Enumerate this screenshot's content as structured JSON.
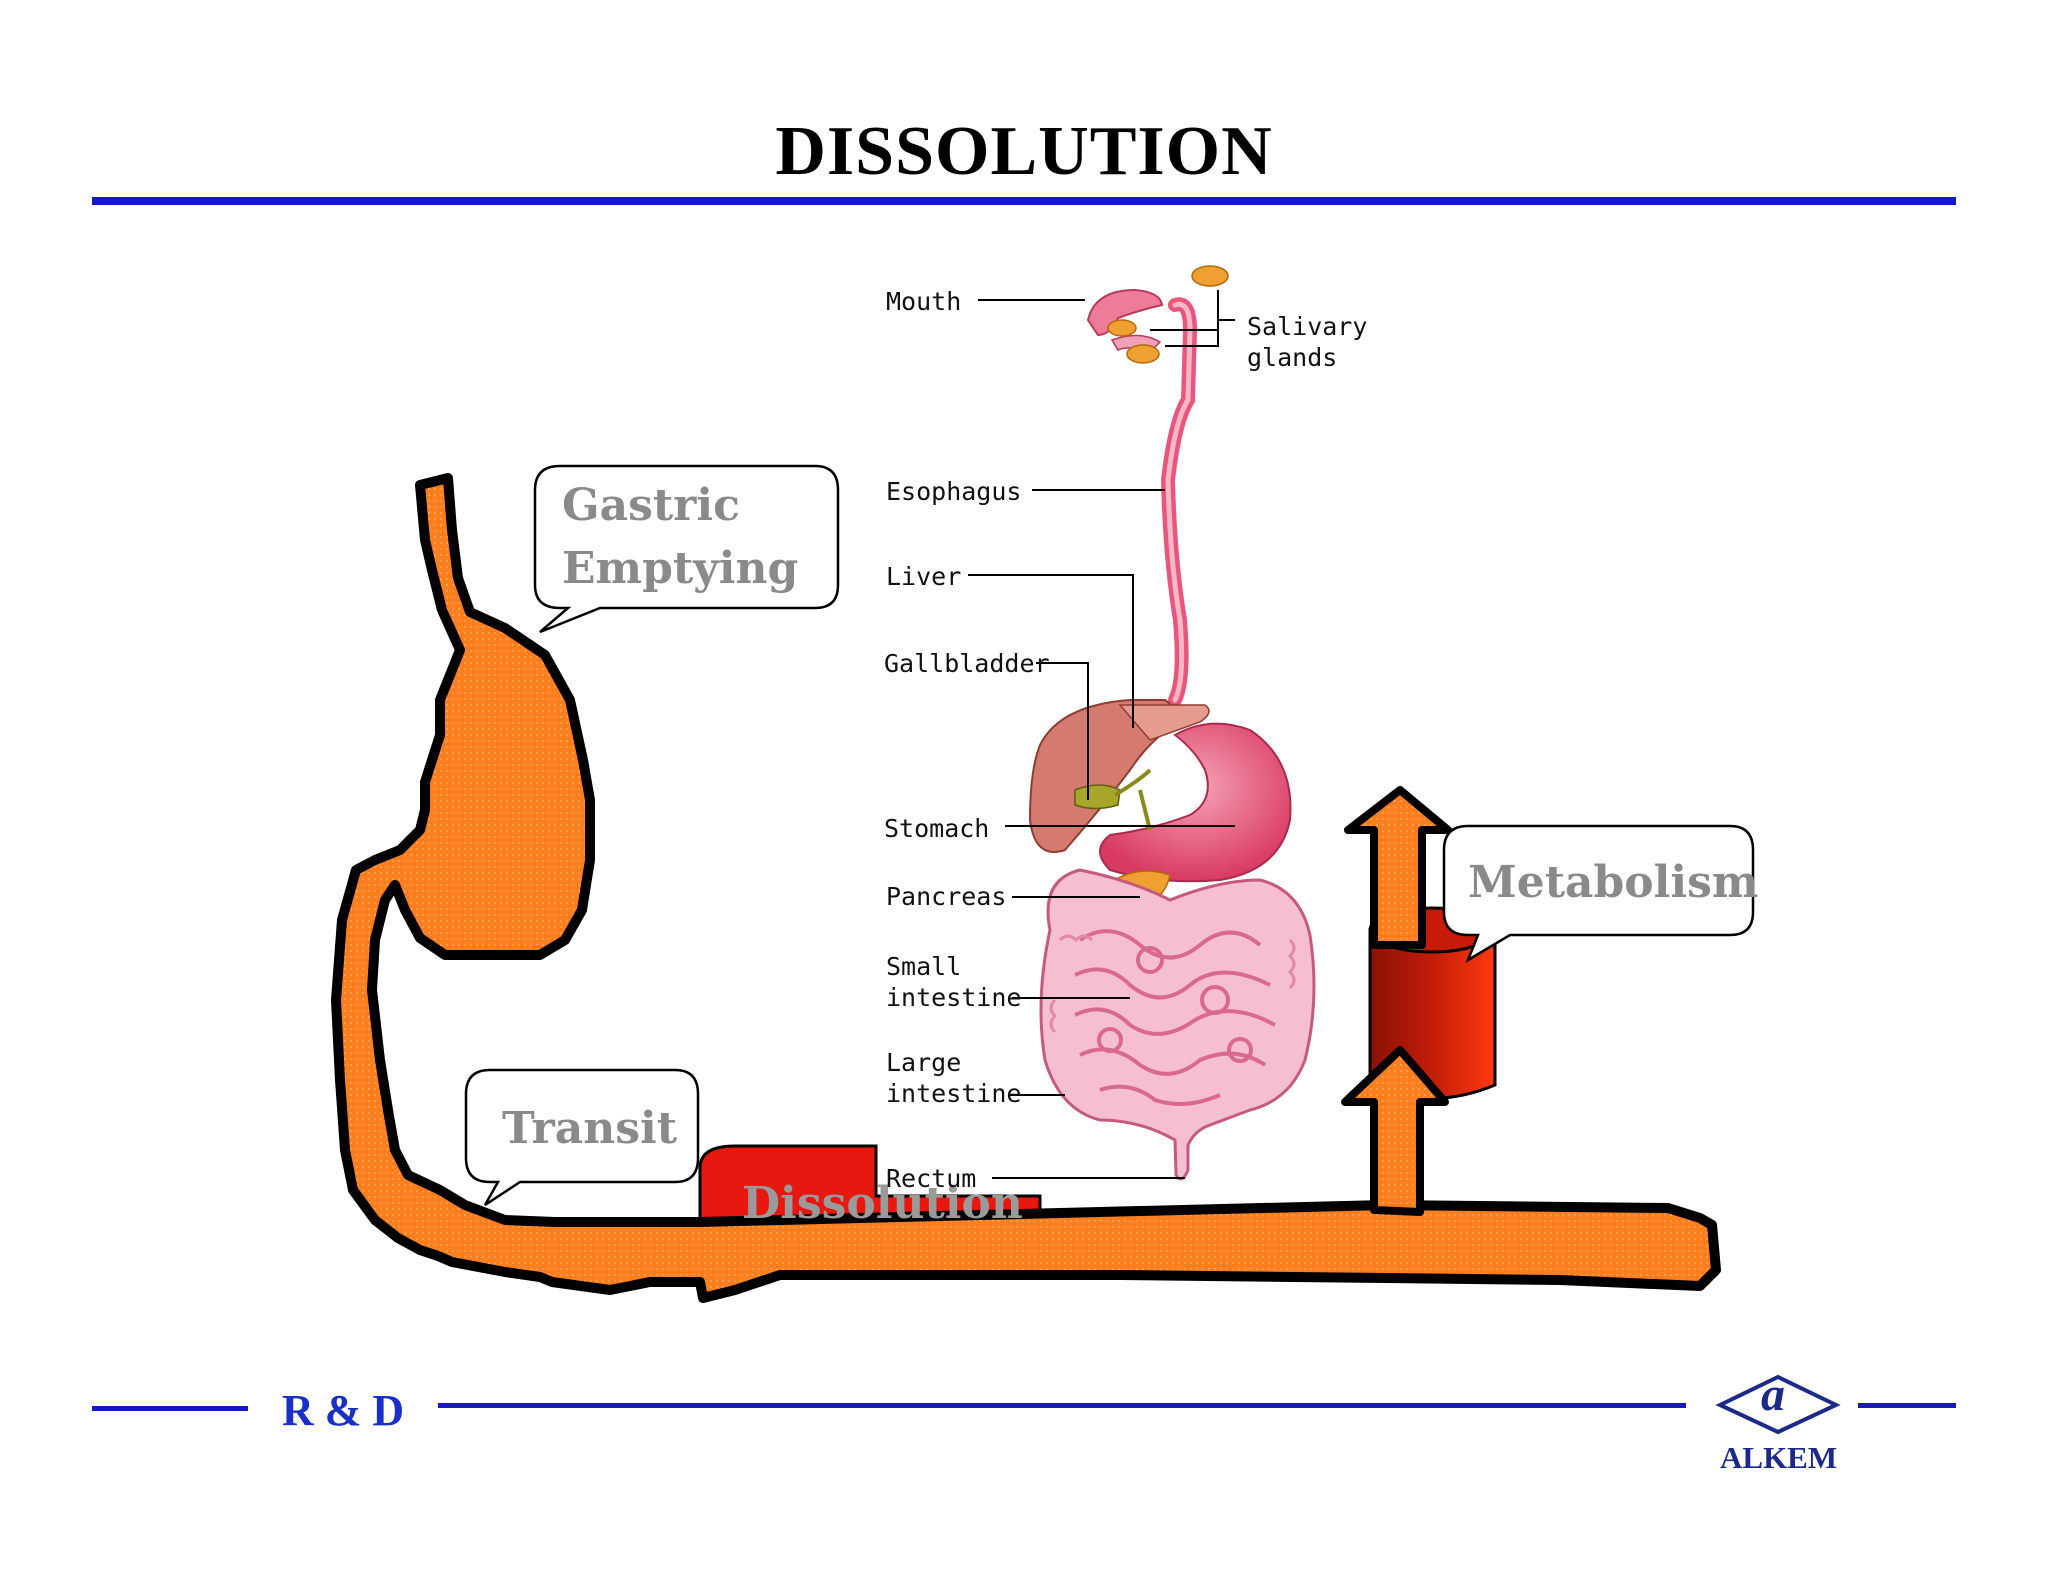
{
  "title": "DISSOLUTION",
  "callouts": {
    "gastric_line1": "Gastric",
    "gastric_line2": "Emptying",
    "transit": "Transit",
    "metabolism": "Metabolism",
    "dissolution": "Dissolution"
  },
  "organs": {
    "mouth": "Mouth",
    "salivary": "Salivary\nglands",
    "esophagus": "Esophagus",
    "liver": "Liver",
    "gallbladder": "Gallbladder",
    "stomach": "Stomach",
    "pancreas": "Pancreas",
    "small_intestine": "Small\nintestine",
    "large_intestine": "Large\nintestine",
    "rectum": "Rectum"
  },
  "footer": {
    "department": "R & D",
    "brand": "ALKEM",
    "logo_letter": "a"
  },
  "colors": {
    "rule_blue": "#1717c8",
    "gi_orange": "#ff7f1f",
    "dissolution_red": "#e8170f",
    "organ_pink": "#e9567b"
  }
}
